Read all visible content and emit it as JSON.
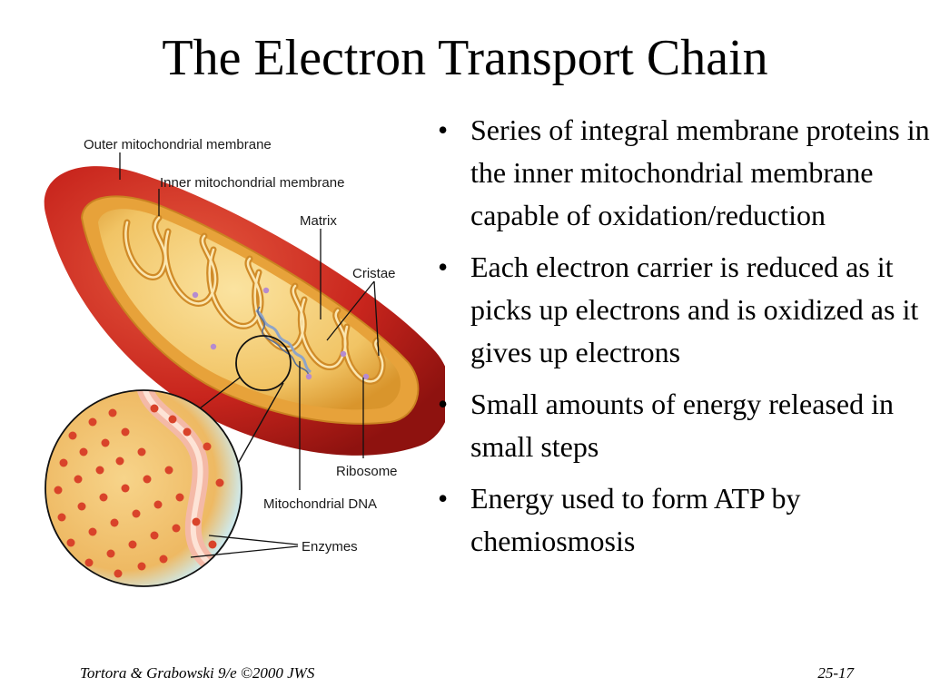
{
  "slide": {
    "title": "The Electron Transport Chain",
    "bullets": [
      "Series of integral membrane proteins in the inner mitochondrial membrane capable of oxidation/reduction",
      "Each electron carrier is reduced as it picks up electrons and is oxidized as it gives up electrons",
      "Small amounts of energy released in small steps",
      "Energy used to form ATP  by chemiosmosis"
    ],
    "footer_left": "Tortora & Grabowski 9/e ©2000 JWS",
    "footer_right": "25-17"
  },
  "figure": {
    "labels": {
      "outer_membrane": "Outer mitochondrial membrane",
      "inner_membrane": "Inner mitochondrial membrane",
      "matrix": "Matrix",
      "cristae": "Cristae",
      "ribosome": "Ribosome",
      "mitochondrial_dna": "Mitochondrial DNA",
      "enzymes": "Enzymes"
    },
    "colors": {
      "outer_membrane": "#c8251d",
      "inner_membrane": "#e7a23a",
      "matrix": "#f3cf7a",
      "ribosome": "#b58bd0",
      "enzyme": "#d9432a",
      "zoom_edge": "#cfe9ea"
    }
  }
}
